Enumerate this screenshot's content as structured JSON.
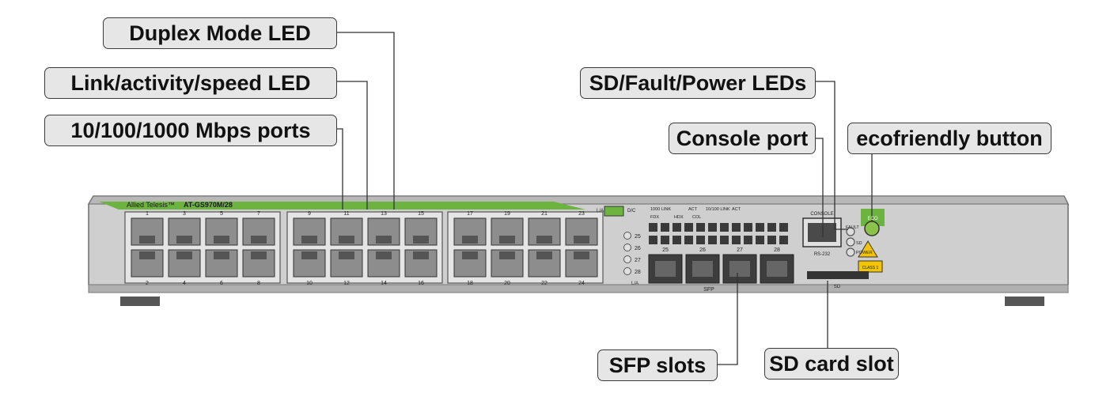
{
  "callouts": {
    "duplex": "Duplex Mode LED",
    "link": "Link/activity/speed LED",
    "ports": "10/100/1000 Mbps ports",
    "sd_fault_power": "SD/Fault/Power LEDs",
    "console": "Console port",
    "eco": "ecofriendly button",
    "sfp": "SFP slots",
    "sd_card": "SD card slot"
  },
  "device": {
    "brand": "Allied Telesis",
    "trademark": "™",
    "model": "AT-GS970M/28",
    "port_numbers_top": [
      "1",
      "3",
      "5",
      "7",
      "9",
      "11",
      "13",
      "15",
      "17",
      "19",
      "21",
      "23"
    ],
    "port_numbers_bottom": [
      "2",
      "4",
      "6",
      "8",
      "10",
      "12",
      "14",
      "16",
      "18",
      "20",
      "22",
      "24"
    ],
    "sfp_port_numbers": [
      "25",
      "26",
      "27",
      "28"
    ],
    "sfp_led_labels": [
      "25",
      "26",
      "27",
      "28"
    ],
    "sfp_label": "SFP",
    "led_legend": {
      "ld": "L/A",
      "dc": "D/C",
      "row1": [
        "1000 LINK",
        "ACT",
        "10/100 LINK",
        "ACT"
      ],
      "row2": [
        "FDX",
        "HDX",
        "COL"
      ]
    },
    "console_label": "CONSOLE",
    "rs232_label": "RS-232",
    "status_leds": [
      "FAULT",
      "SD",
      "POWER"
    ],
    "sd_label": "SD",
    "eco_label": "ECO",
    "warning_label": "CLASS 1",
    "la_legend": "L/A"
  },
  "colors": {
    "accent_green": "#6cb33f",
    "led_green": "#8bc34a",
    "led_orange": "#f07f24",
    "chassis": "#c8c8c8",
    "warning_yellow": "#f5c400"
  }
}
